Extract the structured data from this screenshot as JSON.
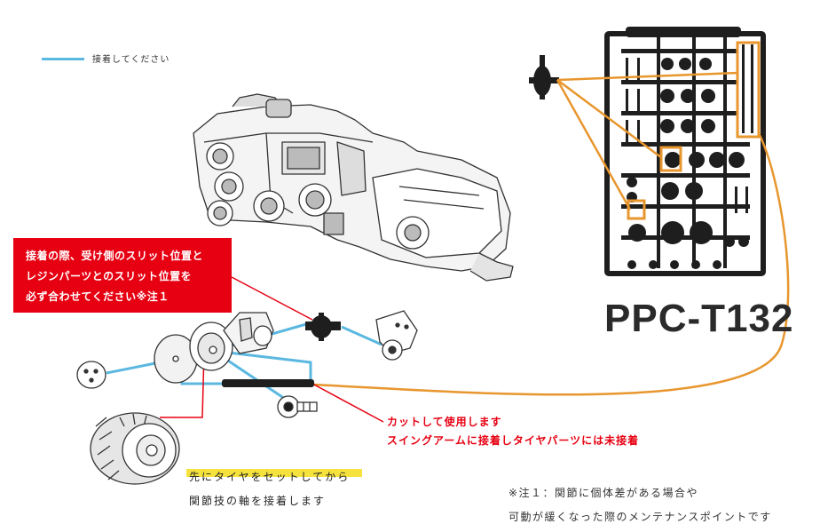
{
  "legend": {
    "text": "接着してください",
    "line_color": "#5bb8e0"
  },
  "note_box": {
    "lines": [
      "接着の際、受け側のスリット位置と",
      "レジンパーツとのスリット位置を",
      "必ず合わせてください※注１"
    ],
    "background": "#e60012"
  },
  "model": {
    "label": "PPC-T132"
  },
  "cut_note": {
    "lines": [
      "カットして使用します",
      "スイングアームに接着しタイヤパーツには未接着"
    ],
    "color": "#e60012"
  },
  "assembly_note": {
    "lines": [
      "先にタイヤをセットしてから",
      "関節技の軸を接着します"
    ],
    "highlight_color": "#f6e23c"
  },
  "footnote": {
    "lines": [
      "※注１：関節に個体差がある場合や",
      "可動が緩くなった際のメンテナンスポイントです"
    ]
  },
  "colors": {
    "glue_line": "#5bb8e0",
    "callout_orange": "#e8962e",
    "warning_red": "#e60012",
    "runner": "#1e1e1e"
  },
  "icons": [
    "vehicle-illustration",
    "runner-sprue",
    "joint-part",
    "tire-part",
    "hub-wheel",
    "swing-arm",
    "bolt-part",
    "pin-part",
    "cap-part",
    "bracket-part"
  ]
}
